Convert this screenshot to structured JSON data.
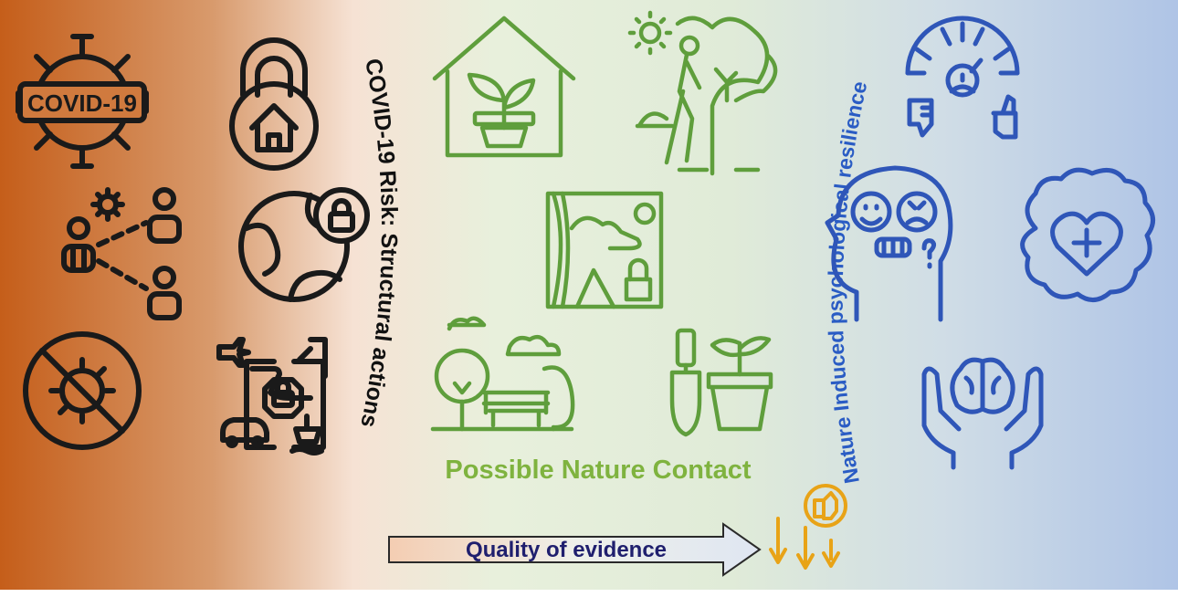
{
  "labels": {
    "covid_badge": "COVID-19",
    "covid_risk": "COVID-19 Risk: Structural actions",
    "nature_resilience": "Nature Induced psychological resilience",
    "nature_contact": "Possible Nature Contact",
    "quality_evidence": "Quality of evidence"
  },
  "colors": {
    "left_gradient": "#c8601a",
    "middle": "#e3eddc",
    "right_gradient": "#b5c8e6",
    "black_icons": "#1a1a1a",
    "green_icons": "#5f9e3c",
    "blue_icons": "#2f56b8",
    "evidence_icons": "#e8a317",
    "arrow_fill": "#f2d6c4"
  },
  "icons": {
    "left_column": [
      "covid-19-virus-icon",
      "virus-transmission-icon",
      "no-virus-icon"
    ],
    "lockdown_column": [
      "house-padlock-icon",
      "globe-padlock-icon",
      "travel-lockdown-icon"
    ],
    "nature_contact": [
      "indoor-plant-house-icon",
      "outdoor-walk-icon",
      "window-view-icon",
      "park-bench-icon",
      "gardening-icon"
    ],
    "resilience": [
      "mood-gauge-icon",
      "emotions-head-icon",
      "heart-brain-icon",
      "hands-brain-icon"
    ],
    "evidence": [
      "low-evidence-thumbs-down-icon"
    ]
  }
}
